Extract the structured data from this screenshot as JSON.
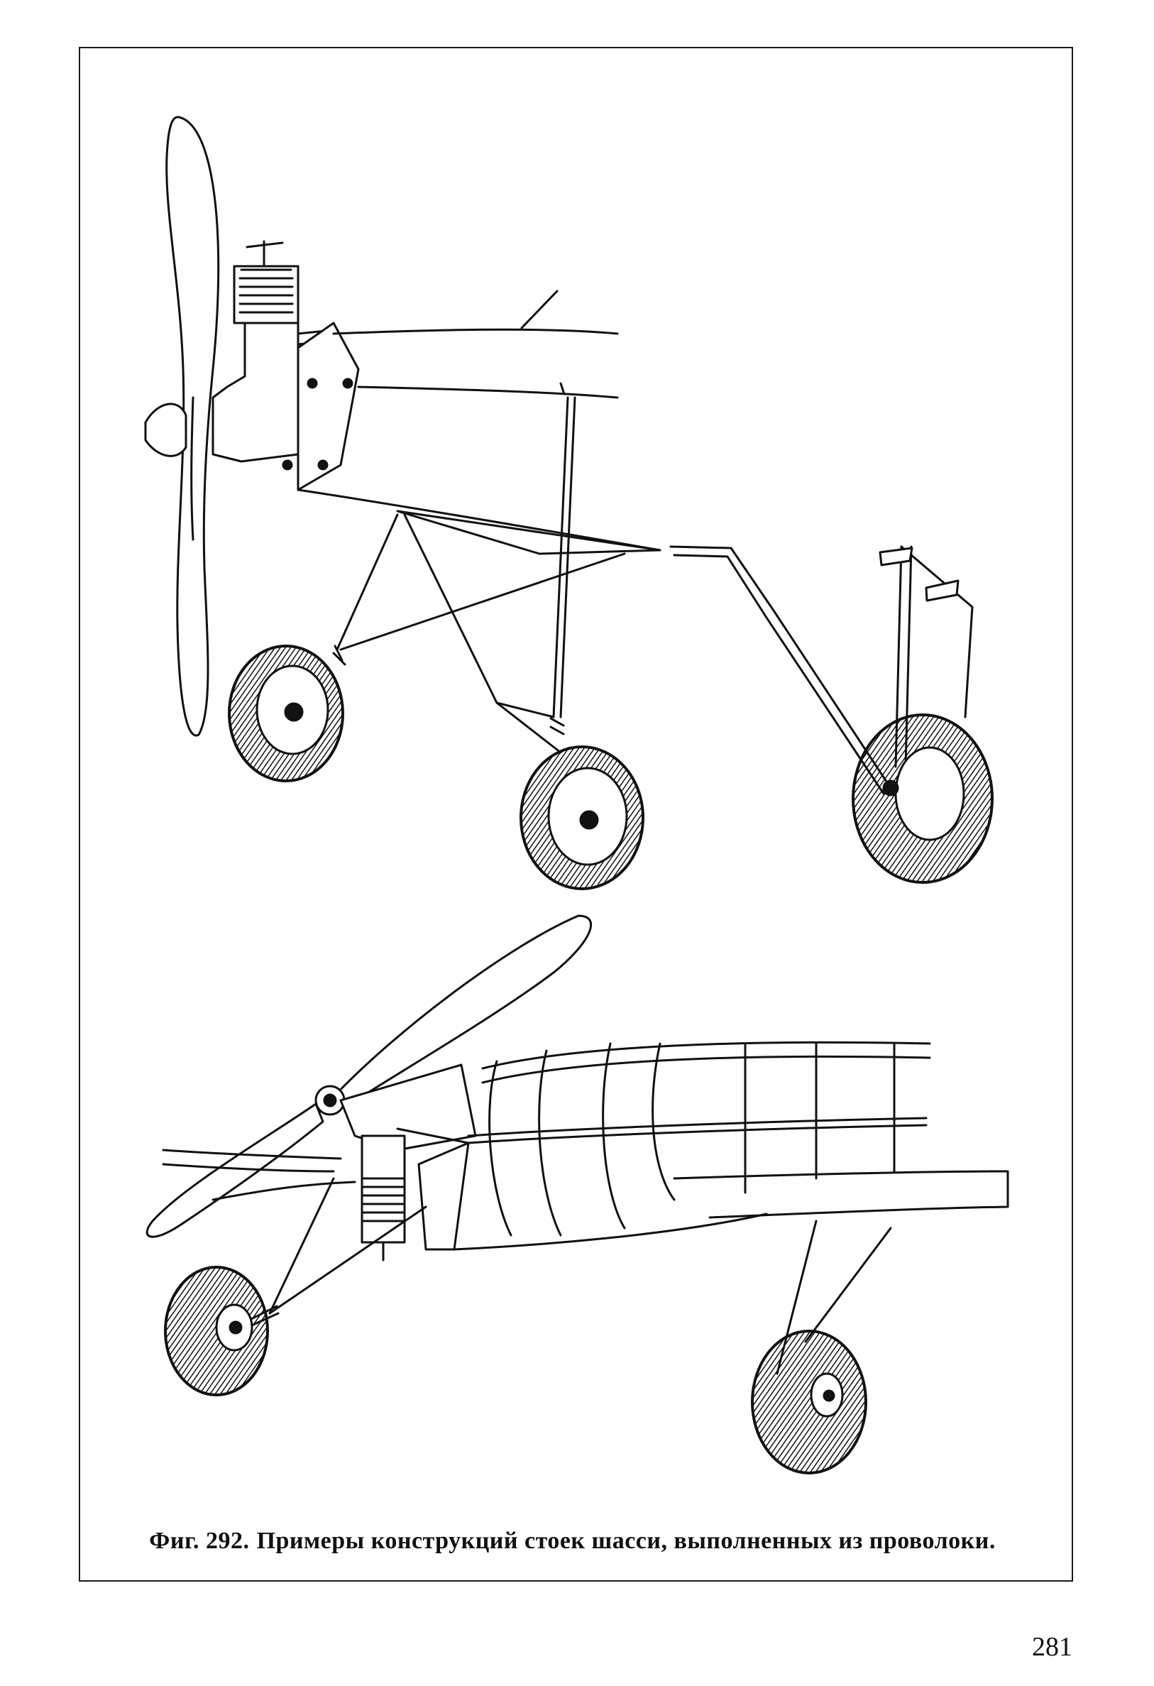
{
  "figure": {
    "label": "Фиг. 292.",
    "caption": "Примеры конструкций стоек шасси, выполненных из проволоки."
  },
  "page": {
    "number": "281"
  },
  "colors": {
    "ink": "#111111",
    "paper": "#ffffff"
  }
}
